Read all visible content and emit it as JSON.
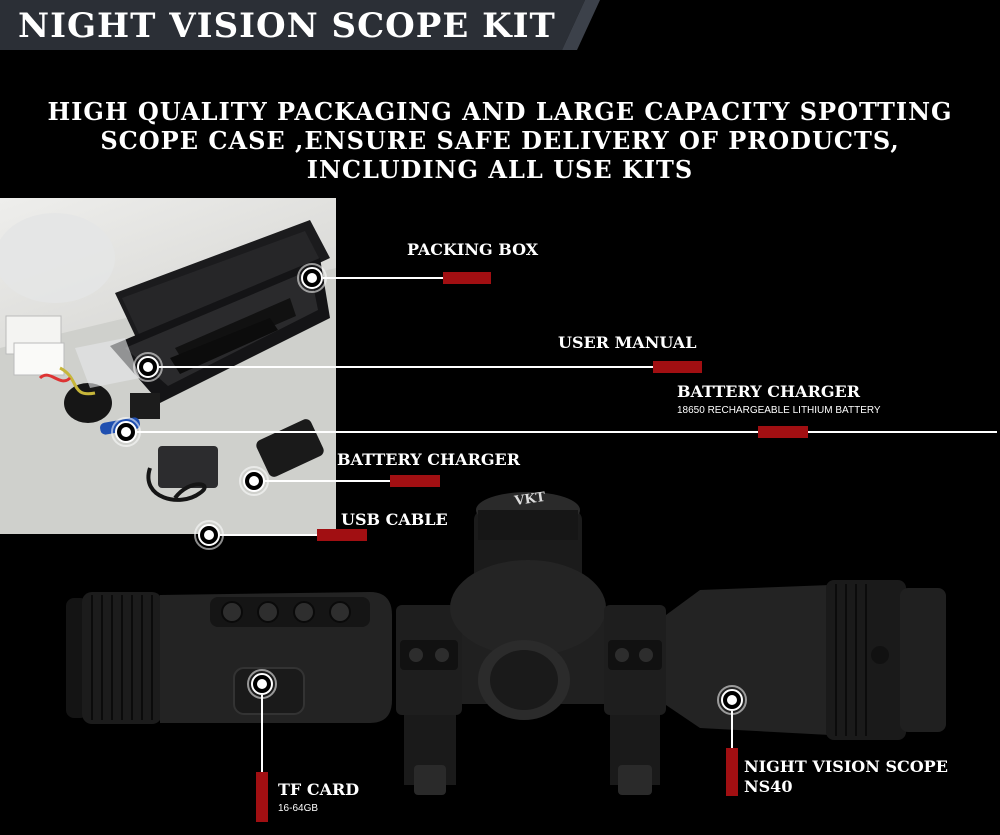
{
  "header": {
    "title": "NIGHT VISION SCOPE KIT"
  },
  "headline": {
    "line1": "HIGH QUALITY PACKAGING AND LARGE CAPACITY SPOTTING",
    "line2": "SCOPE CASE ,ENSURE SAFE DELIVERY OF PRODUCTS,",
    "line3": "INCLUDING ALL USE KITS"
  },
  "callouts": {
    "packing_box": {
      "label": "PACKING BOX"
    },
    "user_manual": {
      "label": "USER MANUAL"
    },
    "battery_charger_1": {
      "label": "BATTERY CHARGER",
      "sublabel": "18650 RECHARGEABLE LITHIUM BATTERY"
    },
    "battery_charger_2": {
      "label": "BATTERY CHARGER"
    },
    "usb_cable": {
      "label": "USB CABLE"
    },
    "tf_card": {
      "label": "TF CARD",
      "sublabel": "16-64GB"
    },
    "scope": {
      "label_line1": "NIGHT VISION SCOPE",
      "label_line2": "NS40"
    }
  },
  "scope_knob_text": "VKT",
  "colors": {
    "accent": "#a10f12",
    "banner": "#2b2f36",
    "background": "#000000"
  }
}
